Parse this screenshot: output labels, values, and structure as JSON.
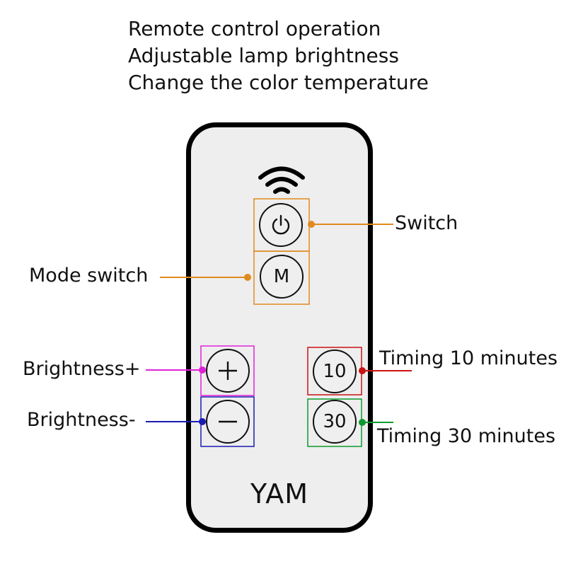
{
  "features": [
    "Remote control operation",
    "Adjustable lamp brightness",
    "Change the color temperature"
  ],
  "remote": {
    "brand": "YAM",
    "buttons": {
      "mode": "M",
      "timer10": "10",
      "timer30": "30"
    }
  },
  "callouts": {
    "switch": "Switch",
    "mode_switch": "Mode switch",
    "brightness_plus": "Brightness+",
    "brightness_minus": "Brightness-",
    "timing_10": "Timing 10 minutes",
    "timing_30": "Timing 30 minutes"
  },
  "icons": {
    "signal": "wifi-signal-icon",
    "power": "power-icon",
    "plus": "plus-icon",
    "minus": "minus-icon"
  },
  "colors": {
    "switch": "#e08a1e",
    "mode": "#e08a1e",
    "brightness_plus": "#e020d8",
    "brightness_minus": "#1a1ab4",
    "timing_10": "#cc1111",
    "timing_30": "#0f9a2f"
  }
}
